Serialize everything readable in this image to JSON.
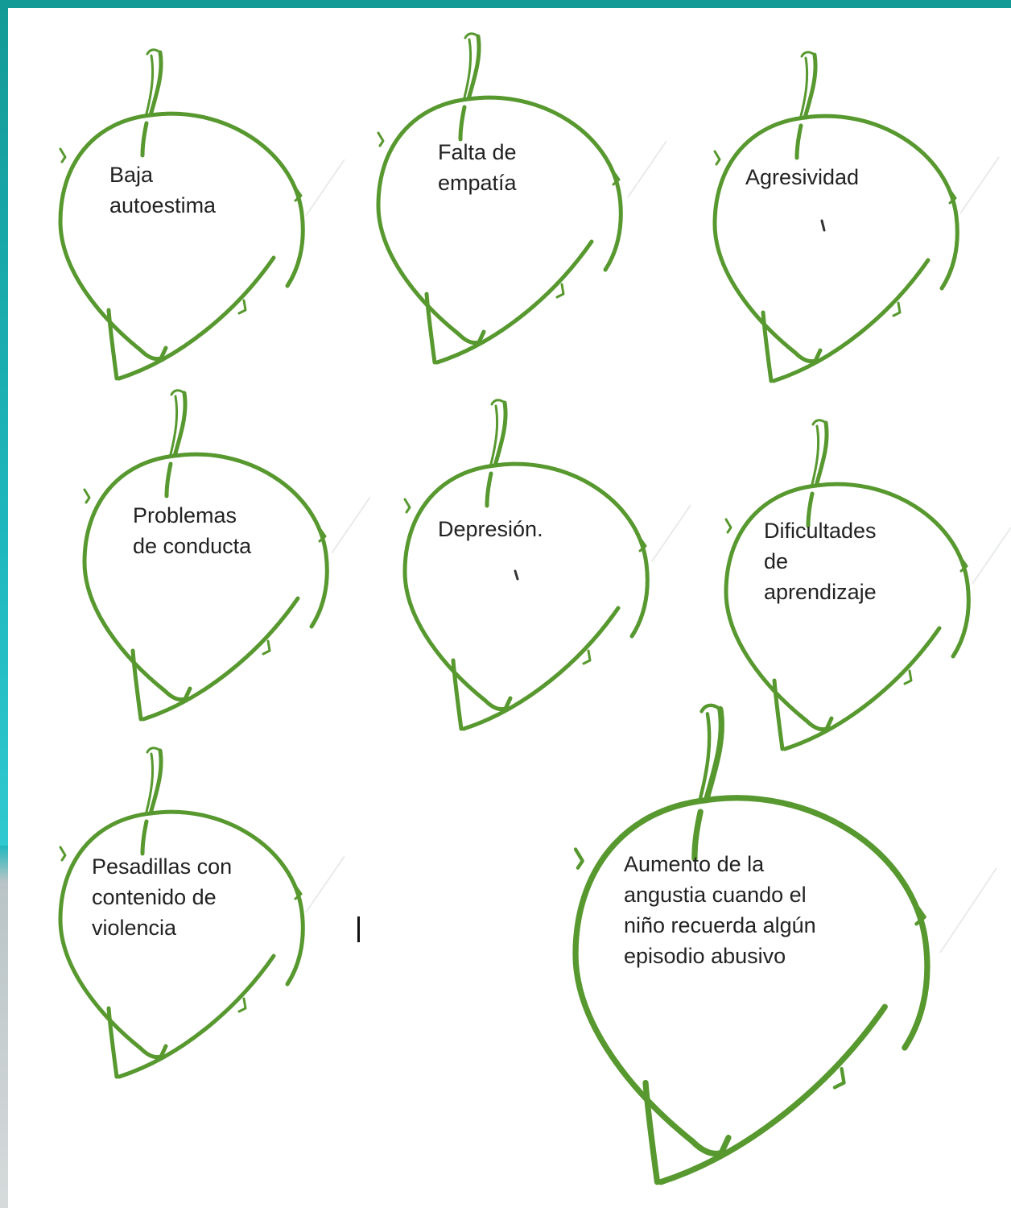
{
  "colors": {
    "leaf_stroke": "#57982f",
    "frame": "#139a96",
    "text": "#222222"
  },
  "leaves": [
    {
      "label": "Baja\nautoestima"
    },
    {
      "label": "Falta de\nempatía"
    },
    {
      "label": "Agresividad"
    },
    {
      "label": "Problemas\nde conducta"
    },
    {
      "label": "Depresión."
    },
    {
      "label": "Dificultades\nde\naprendizaje"
    },
    {
      "label": "Pesadillas con\ncontenido de\nviolencia"
    },
    {
      "label": "Aumento de la\nangustia cuando el\nniño recuerda algún\nepisodio abusivo"
    }
  ]
}
